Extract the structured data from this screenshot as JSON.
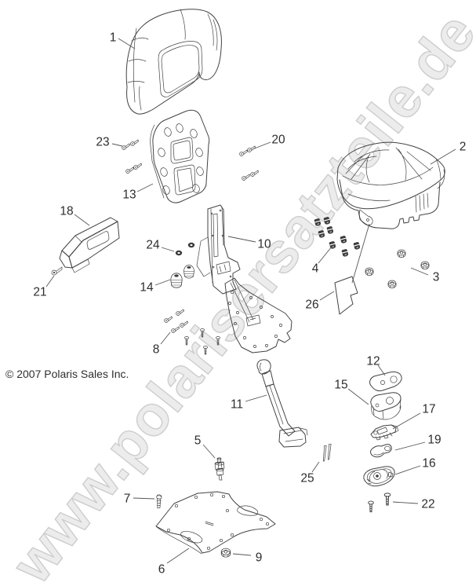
{
  "diagram": {
    "type": "exploded-parts-diagram",
    "copyright": "© 2007 Polaris Sales Inc.",
    "watermark": "www.polarisersatzteile.de",
    "callouts": [
      "1",
      "2",
      "3",
      "4",
      "5",
      "6",
      "7",
      "8",
      "9",
      "10",
      "11",
      "12",
      "13",
      "14",
      "15",
      "16",
      "17",
      "18",
      "19",
      "20",
      "21",
      "22",
      "23",
      "24",
      "25",
      "26"
    ],
    "colors": {
      "background": "#ffffff",
      "line": "#424242",
      "label_text": "#2d2d2d",
      "watermark_fill": "#ececec",
      "watermark_outline": "#cdcdcd"
    }
  }
}
